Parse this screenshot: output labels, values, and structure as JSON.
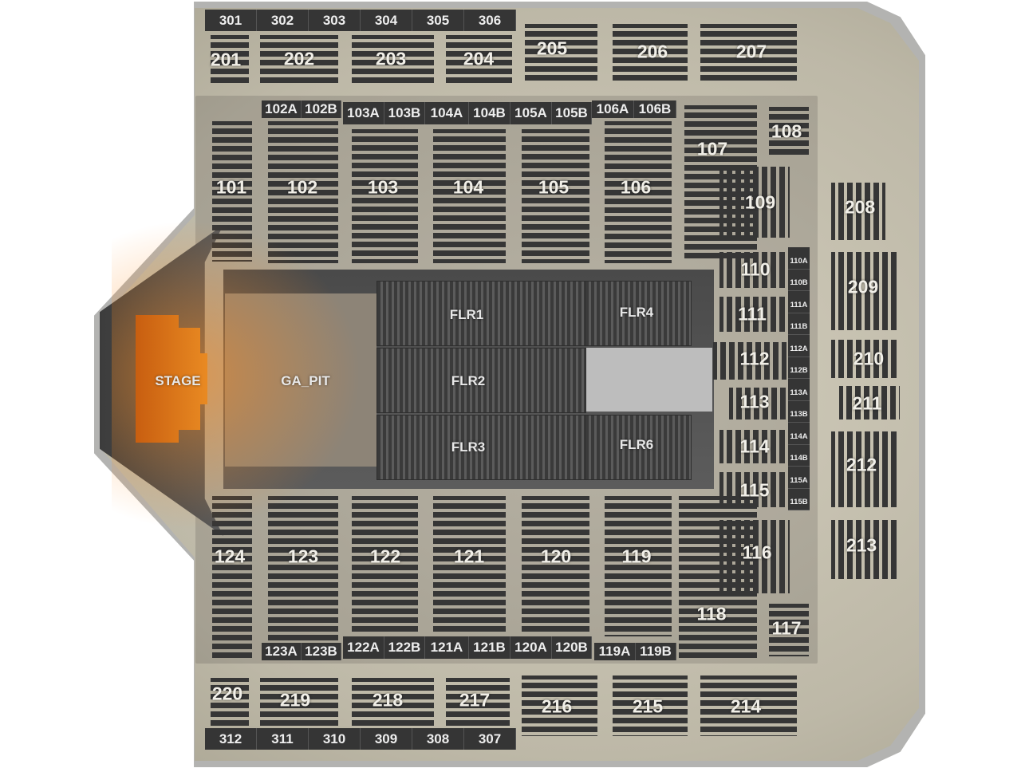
{
  "map": {
    "stage_label": "STAGE",
    "level_300": [
      "301",
      "302",
      "303",
      "304",
      "305",
      "306",
      "312",
      "311",
      "310",
      "309",
      "308",
      "307"
    ],
    "level_200": [
      "201",
      "202",
      "203",
      "204",
      "205",
      "206",
      "207",
      "208",
      "209",
      "210",
      "211",
      "212",
      "213",
      "214",
      "215",
      "216",
      "217",
      "218",
      "219",
      "220"
    ],
    "level_100": [
      "101",
      "102",
      "103",
      "104",
      "105",
      "106",
      "107",
      "108",
      "109",
      "110",
      "111",
      "112",
      "113",
      "114",
      "115",
      "116",
      "117",
      "118",
      "119",
      "120",
      "121",
      "122",
      "123",
      "124"
    ],
    "subsections": [
      "102A",
      "102B",
      "103A",
      "103B",
      "104A",
      "104B",
      "105A",
      "105B",
      "106A",
      "106B",
      "110A",
      "110B",
      "111A",
      "111B",
      "112A",
      "112B",
      "113A",
      "113B",
      "114A",
      "114B",
      "115A",
      "115B",
      "123A",
      "123B",
      "122A",
      "122B",
      "121A",
      "121B",
      "120A",
      "120B",
      "119A",
      "119B"
    ],
    "floor": [
      "GA_PIT",
      "FLR1",
      "FLR2",
      "FLR3",
      "FLR4",
      "FLR6"
    ],
    "colors": {
      "stage": "#e98a22",
      "seat_rows": "#363636",
      "concourse": "#c8c3b2",
      "floor": "#4f4f4f"
    }
  }
}
